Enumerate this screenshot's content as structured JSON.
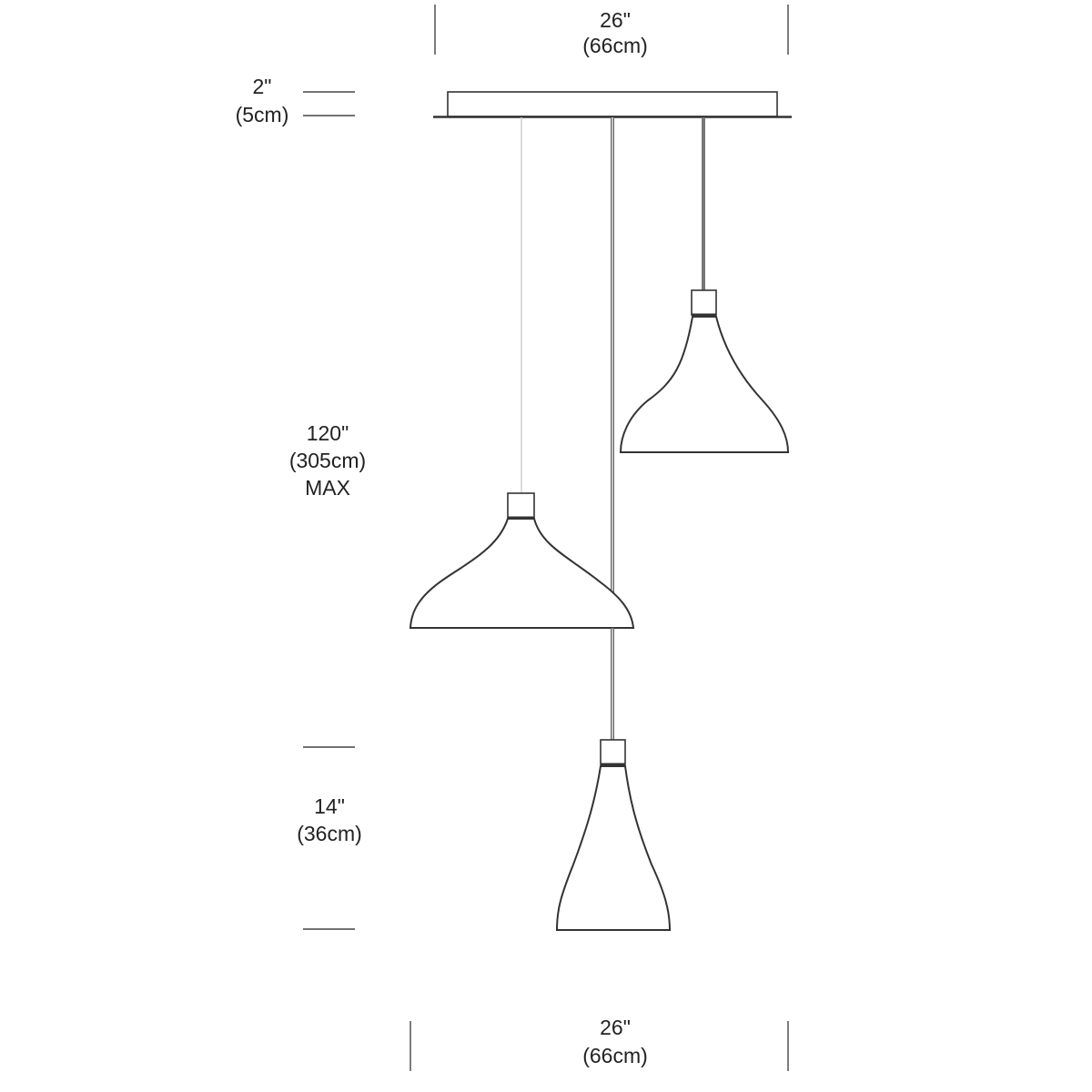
{
  "title": "Three-light pendant dimension diagram",
  "dimensions": {
    "canopy_width": {
      "imperial": "26\"",
      "metric": "(66cm)"
    },
    "canopy_height": {
      "imperial": "2\"",
      "metric": "(5cm)"
    },
    "overall_height": {
      "imperial": "120\"",
      "metric": "(305cm)",
      "note": "MAX"
    },
    "shade_height": {
      "imperial": "14\"",
      "metric": "(36cm)"
    },
    "overall_width": {
      "imperial": "26\"",
      "metric": "(66cm)"
    }
  },
  "colors": {
    "line": "#333333",
    "text": "#222222",
    "background": "#ffffff"
  }
}
